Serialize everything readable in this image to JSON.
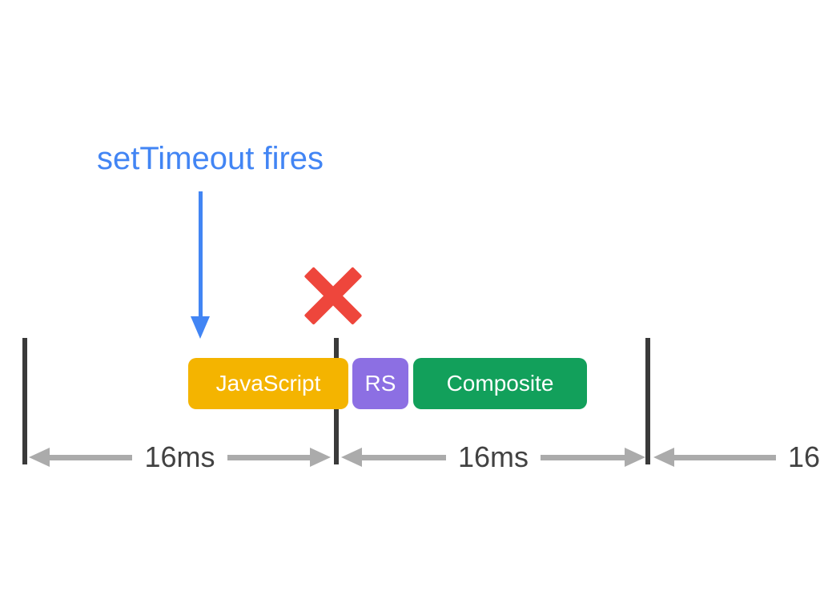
{
  "colors": {
    "accent_blue": "#4285F4",
    "block_yellow": "#F4B400",
    "block_purple": "#8C6FE3",
    "block_green": "#12A05B",
    "error_red": "#EE463C",
    "measure_gray": "#ABABAB",
    "boundary_dark": "#3A3A3A",
    "label_dark": "#424242"
  },
  "callout": {
    "label": "setTimeout fires"
  },
  "frame_blocks": [
    {
      "label": "JavaScript",
      "color": "#F4B400"
    },
    {
      "label": "RS",
      "color": "#8C6FE3"
    },
    {
      "label": "Composite",
      "color": "#12A05B"
    }
  ],
  "intervals": [
    {
      "label": "16ms"
    },
    {
      "label": "16ms"
    },
    {
      "label": "16"
    }
  ]
}
